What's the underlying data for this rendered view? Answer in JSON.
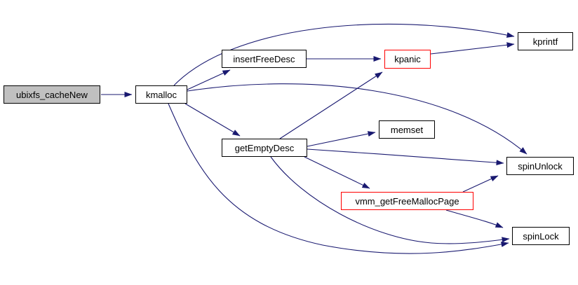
{
  "diagram": {
    "kind": "doxygen-call-graph",
    "background": "#ffffff",
    "edge_color": "#191970",
    "colors": {
      "node_fill": "#ffffff",
      "node_border": "#000000",
      "current_node_fill": "#c0c0c0",
      "highlight_border": "#ff0000",
      "text": "#000000"
    },
    "nodes": [
      {
        "id": "ubixfs_cacheNew",
        "label": "ubixfs_cacheNew",
        "style": "current"
      },
      {
        "id": "kmalloc",
        "label": "kmalloc",
        "style": "normal"
      },
      {
        "id": "insertFreeDesc",
        "label": "insertFreeDesc",
        "style": "normal"
      },
      {
        "id": "kpanic",
        "label": "kpanic",
        "style": "highlight"
      },
      {
        "id": "kprintf",
        "label": "kprintf",
        "style": "normal"
      },
      {
        "id": "getEmptyDesc",
        "label": "getEmptyDesc",
        "style": "normal"
      },
      {
        "id": "memset",
        "label": "memset",
        "style": "normal"
      },
      {
        "id": "spinUnlock",
        "label": "spinUnlock",
        "style": "normal"
      },
      {
        "id": "vmm_getFreeMallocPage",
        "label": "vmm_getFreeMallocPage",
        "style": "highlight"
      },
      {
        "id": "spinLock",
        "label": "spinLock",
        "style": "normal"
      }
    ],
    "edges": [
      {
        "from": "ubixfs_cacheNew",
        "to": "kmalloc"
      },
      {
        "from": "kmalloc",
        "to": "kprintf"
      },
      {
        "from": "kmalloc",
        "to": "insertFreeDesc"
      },
      {
        "from": "kmalloc",
        "to": "getEmptyDesc"
      },
      {
        "from": "kmalloc",
        "to": "spinUnlock"
      },
      {
        "from": "kmalloc",
        "to": "spinLock"
      },
      {
        "from": "insertFreeDesc",
        "to": "kpanic"
      },
      {
        "from": "kpanic",
        "to": "kprintf"
      },
      {
        "from": "getEmptyDesc",
        "to": "kpanic"
      },
      {
        "from": "getEmptyDesc",
        "to": "memset"
      },
      {
        "from": "getEmptyDesc",
        "to": "spinUnlock"
      },
      {
        "from": "getEmptyDesc",
        "to": "vmm_getFreeMallocPage"
      },
      {
        "from": "getEmptyDesc",
        "to": "spinLock"
      },
      {
        "from": "vmm_getFreeMallocPage",
        "to": "spinUnlock"
      },
      {
        "from": "vmm_getFreeMallocPage",
        "to": "spinLock"
      }
    ]
  }
}
